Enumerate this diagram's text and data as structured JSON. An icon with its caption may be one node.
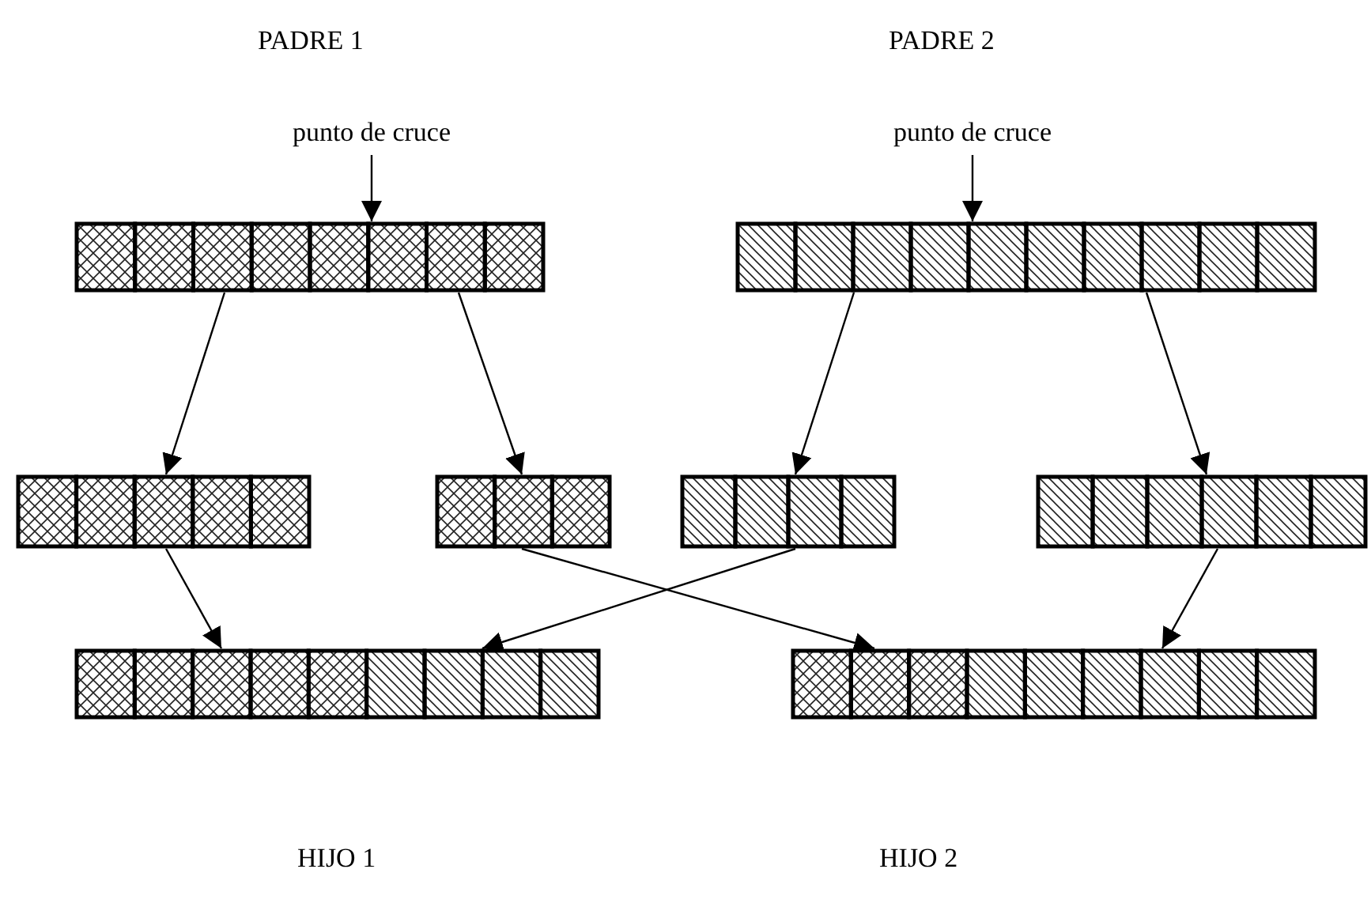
{
  "diagram": {
    "nodes": [
      {
        "text": [],
        "shape": "bar"
      },
      {
        "text": [
          "punto de cruce"
        ]
      },
      {
        "text": [],
        "shape": "bar"
      },
      {
        "text": [
          "punto de cruce"
        ]
      },
      {
        "text": [],
        "shape": "bar"
      },
      {
        "text": [],
        "shape": "bar"
      },
      {
        "text": [],
        "shape": "bar"
      },
      {
        "text": [],
        "shape": "bar"
      },
      {
        "text": [],
        "shape": "bar"
      },
      {
        "text": [],
        "shape": "bar"
      }
    ],
    "edges": [
      {
        "from": 1,
        "to": 0,
        "arrow": "to"
      },
      {
        "from": 3,
        "to": 2,
        "arrow": "to"
      },
      {
        "from": 0,
        "to": 4,
        "arrow": "to"
      },
      {
        "from": 0,
        "to": 5,
        "arrow": "to"
      },
      {
        "from": 2,
        "to": 6,
        "arrow": "to"
      },
      {
        "from": 2,
        "to": 7,
        "arrow": "to"
      },
      {
        "from": 4,
        "to": 8,
        "arrow": "to"
      },
      {
        "from": 6,
        "to": 8,
        "arrow": "to"
      },
      {
        "from": 5,
        "to": 9,
        "arrow": "to"
      },
      {
        "from": 7,
        "to": 9,
        "arrow": "to"
      }
    ],
    "labels": [
      "PADRE 1",
      "PADRE 2",
      "HIJO 1",
      "HIJO 2"
    ]
  }
}
